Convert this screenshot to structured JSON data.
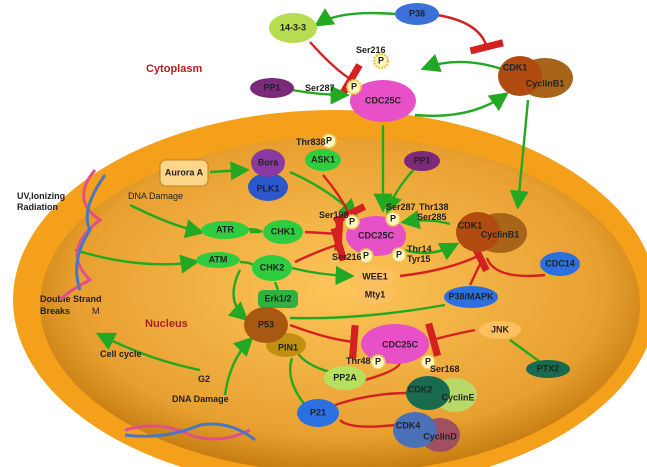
{
  "regions": {
    "cytoplasm": "Cytoplasm",
    "nucleus": "Nucleus"
  },
  "labels": {
    "uv1": "UV,Ionizing",
    "uv2": "Radiation",
    "dna_damage_top": "DNA Damage",
    "dsb1": "Double  Strand",
    "dsb2": "Breaks",
    "m": "M",
    "cell_cycle": "Cell cycle",
    "g2": "G2",
    "dna_damage_bottom": "DNA Damage"
  },
  "sites": {
    "ser216_top": "Ser216",
    "ser287_top": "Ser287",
    "thr838": "Thr838",
    "ser198": "Ser198",
    "ser287": "Ser287",
    "thr138": "Thr138",
    "ser285": "Ser285",
    "ser216": "Ser216",
    "thr14": "Thr14",
    "tyr15": "Tyr15",
    "thr48": "Thr48",
    "ser168": "Ser168",
    "p": "P"
  },
  "nodes": {
    "n1433": "14-3-3",
    "p38": "P38",
    "cdc25c": "CDC25C",
    "cdk1": "CDK1",
    "cyclinb1": "CyclinB1",
    "pp1": "PP1",
    "aurora": "Aurora A",
    "bora": "Bora",
    "plk1": "PLK1",
    "ask1": "ASK1",
    "atr": "ATR",
    "chk1": "CHK1",
    "atm": "ATM",
    "chk2": "CHK2",
    "erk": "Erk1/2",
    "wee1": "WEE1",
    "mty1": "Mty1",
    "p38mapk": "P38/MAPK",
    "cdc14": "CDC14",
    "p53": "P53",
    "pin1": "PIN1",
    "jnk": "JNK",
    "ptx2": "PTX2",
    "pp2a": "PP2A",
    "cdk2": "CDK2",
    "cycline": "CyclinE",
    "p21": "P21",
    "cdk4": "CDK4",
    "cyclind": "CyclinD"
  },
  "colors": {
    "activation": "#22a822",
    "inhibition": "#d42020",
    "nucleus": "#f3a21c",
    "region_text": "#b02020"
  }
}
